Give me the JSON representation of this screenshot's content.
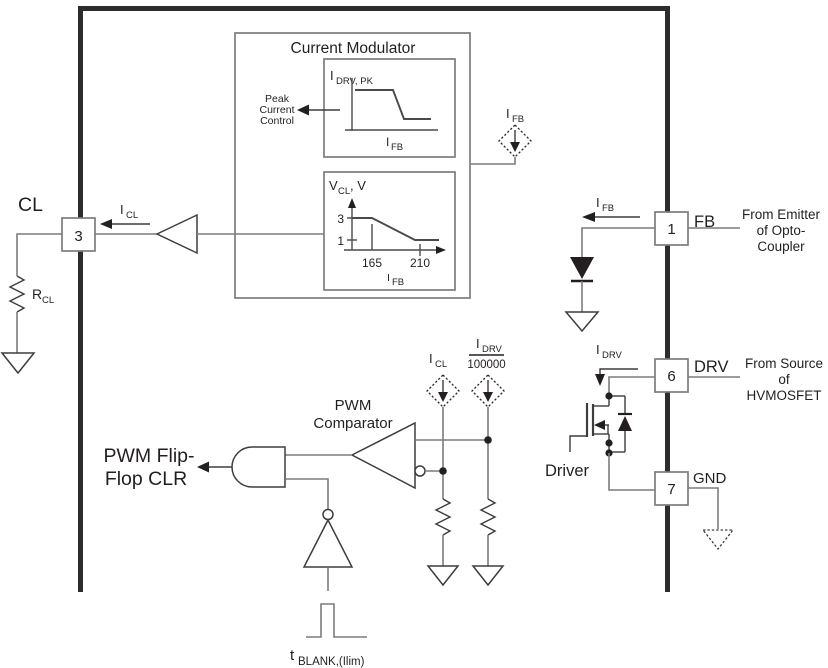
{
  "pins": {
    "cl": {
      "number": "3",
      "name": "CL"
    },
    "fb": {
      "number": "1",
      "name": "FB"
    },
    "drv": {
      "number": "6",
      "name": "DRV"
    },
    "gnd": {
      "number": "7",
      "name": "GND"
    }
  },
  "modulator": {
    "title": "Current Modulator",
    "peak_line1": "Peak",
    "peak_line2": "Current",
    "peak_line3": "Control",
    "graph1": {
      "ylabel_base": "I",
      "ylabel_sub": "DRV, PK",
      "xlabel_base": "I",
      "xlabel_sub": "FB"
    },
    "graph2": {
      "ylabel_base": "V",
      "ylabel_sub": "CL",
      "ylabel_suffix": ", V",
      "ytick_hi": "3",
      "ytick_lo": "1",
      "xtick_1": "165",
      "xtick_2": "210",
      "xlabel_base": "I",
      "xlabel_sub": "FB"
    }
  },
  "signals": {
    "i_cl_base": "I",
    "i_cl_sub": "CL",
    "i_fb_base": "I",
    "i_fb_sub": "FB",
    "i_drv_base": "I",
    "i_drv_sub": "DRV",
    "r_cl_base": "R",
    "r_cl_sub": "CL",
    "i_drv_ratio_denominator": "100000"
  },
  "blocks": {
    "comparator_line1": "PWM",
    "comparator_line2": "Comparator",
    "ff_clr_line1": "PWM Flip-",
    "ff_clr_line2": "Flop CLR",
    "driver": "Driver",
    "t_blank_base": "t",
    "t_blank_sub": "BLANK,(Ilim)"
  },
  "annotations": {
    "fb_line1": "From Emitter",
    "fb_line2": "of Opto-",
    "fb_line3": "Coupler",
    "drv_line1": "From Source",
    "drv_line2": "of",
    "drv_line3": "HVMOSFET"
  },
  "colors": {
    "ic_border": "#2d2d2d",
    "wire": "#7c7c7c",
    "component": "#3d3d3d",
    "text": "#231f20"
  }
}
